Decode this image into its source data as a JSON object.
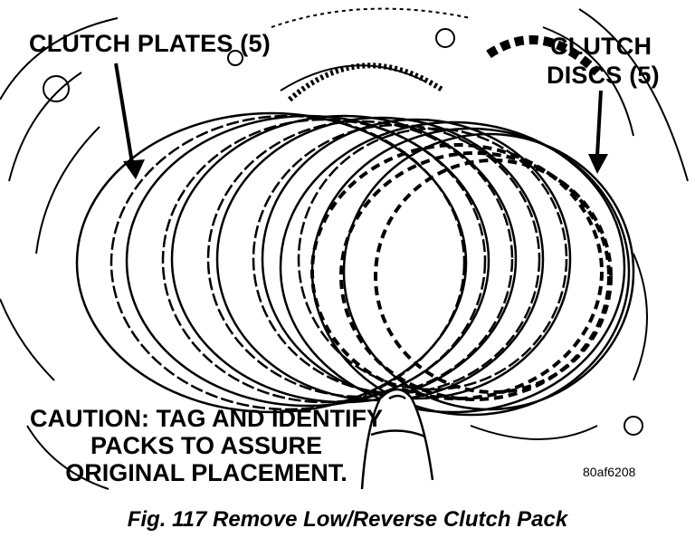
{
  "labels": {
    "clutch_plates": "CLUTCH PLATES (5)",
    "clutch_discs_line1": "CLUTCH",
    "clutch_discs_line2": "DISCS (5)",
    "caution_line1": "CAUTION: TAG AND IDENTIFY",
    "caution_line2": "PACKS TO ASSURE",
    "caution_line3": "ORIGINAL PLACEMENT.",
    "figure_code": "80af6208"
  },
  "caption": "Fig. 117 Remove Low/Reverse Clutch Pack",
  "colors": {
    "ink": "#000000",
    "paper": "#ffffff"
  }
}
